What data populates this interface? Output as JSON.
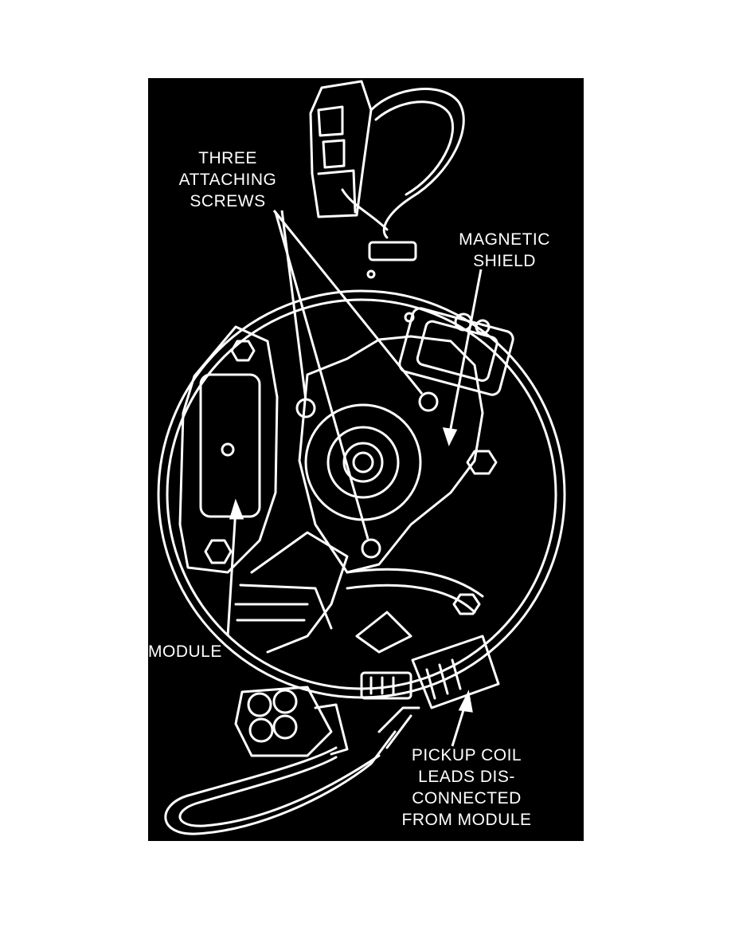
{
  "figure": {
    "background": "#000000",
    "line_color": "#ffffff",
    "labels": {
      "three_attaching_screws": [
        "THREE",
        "ATTACHING",
        "SCREWS"
      ],
      "magnetic_shield": [
        "MAGNETIC",
        "SHIELD"
      ],
      "module": [
        "MODULE"
      ],
      "pickup_coil": [
        "PICKUP COIL",
        "LEADS DIS-",
        "CONNECTED",
        "FROM MODULE"
      ]
    }
  }
}
